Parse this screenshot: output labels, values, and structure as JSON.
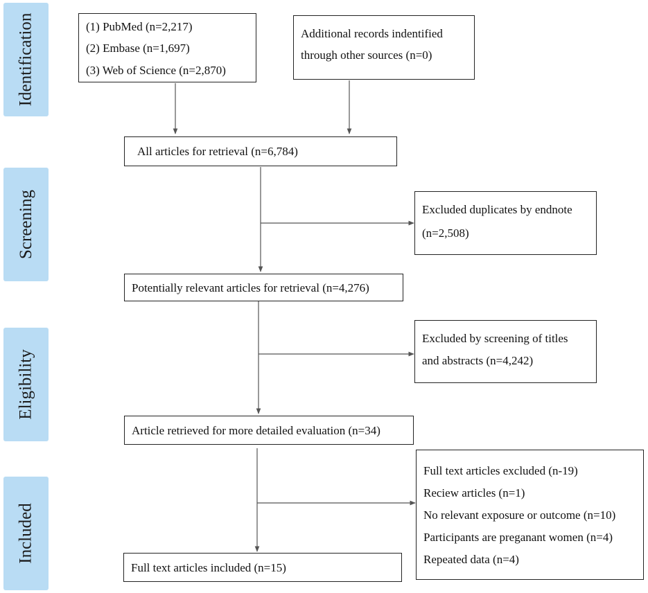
{
  "stages": {
    "identification": "Identification",
    "screening": "Screening",
    "eligibility": "Eligibility",
    "included": "Included"
  },
  "identification": {
    "databases": [
      "(1) PubMed (n=2,217)",
      "(2) Embase (n=1,697)",
      "(3) Web of Science (n=2,870)"
    ],
    "other_sources": [
      "Additional records indentified",
      "through other sources (n=0)"
    ]
  },
  "all_articles": "All articles for retrieval (n=6,784)",
  "excluded_duplicates": [
    "Excluded duplicates by endnote",
    "(n=2,508)"
  ],
  "potentially_relevant": "Potentially relevant articles for retrieval (n=4,276)",
  "excluded_screening": [
    "Excluded by screening of titles",
    "and abstracts (n=4,242)"
  ],
  "detailed_evaluation": "Article retrieved for more detailed evaluation (n=34)",
  "full_text_excluded": [
    "Full text articles excluded (n-19)",
    "Reciew articles (n=1)",
    "No relevant exposure or outcome (n=10)",
    "Participants are preganant women (n=4)",
    "Repeated data (n=4)"
  ],
  "included_final": "Full text articles included (n=15)",
  "colors": {
    "stage_fill": "#b9dcf4",
    "box_border": "#222222",
    "arrow": "#555555"
  }
}
